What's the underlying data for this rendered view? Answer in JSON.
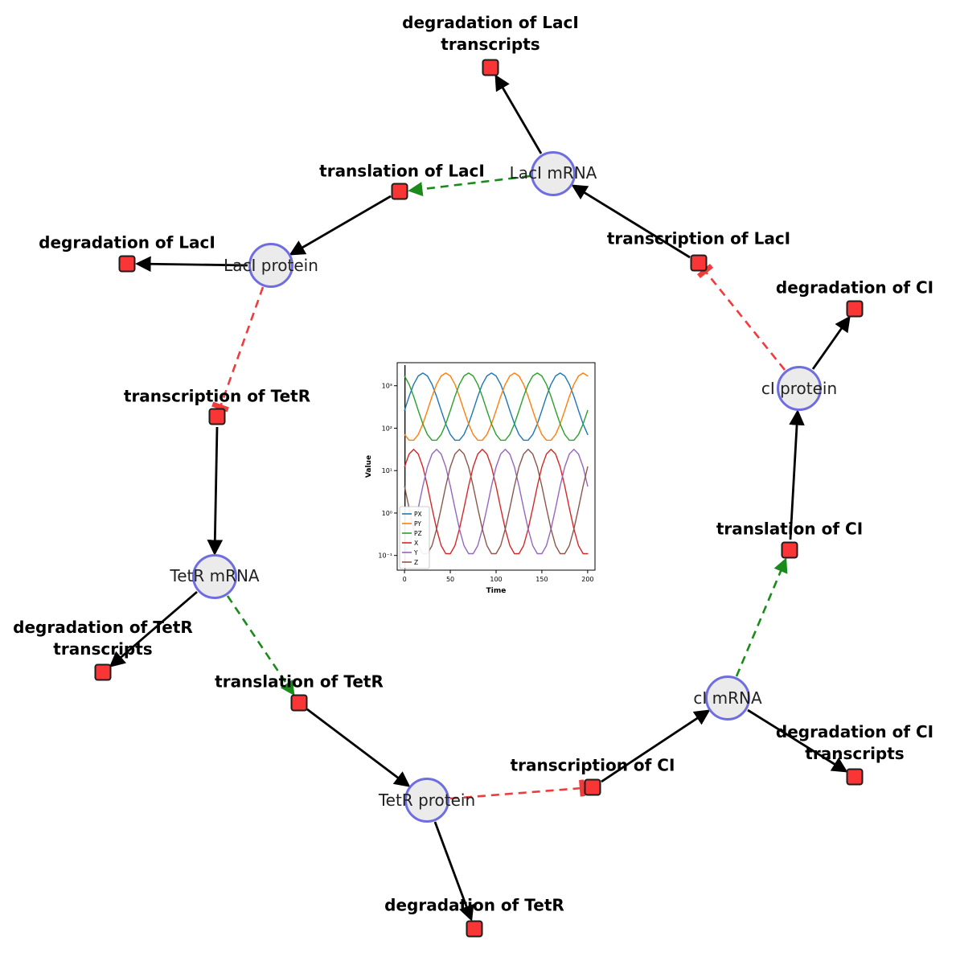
{
  "diagram": {
    "species": [
      {
        "id": "laci-mrna",
        "label": "LacI mRNA"
      },
      {
        "id": "laci-protein",
        "label": "LacI protein"
      },
      {
        "id": "tetr-mrna",
        "label": "TetR mRNA"
      },
      {
        "id": "tetr-protein",
        "label": "TetR protein"
      },
      {
        "id": "ci-mrna",
        "label": "cI mRNA"
      },
      {
        "id": "ci-protein",
        "label": "cI protein"
      }
    ],
    "reactions": [
      {
        "id": "degradation-of-laci-transcripts",
        "line1": "degradation of LacI",
        "line2": "transcripts"
      },
      {
        "id": "translation-of-laci",
        "label": "translation of LacI"
      },
      {
        "id": "transcription-of-laci",
        "label": "transcription of LacI"
      },
      {
        "id": "degradation-of-laci",
        "label": "degradation of LacI"
      },
      {
        "id": "degradation-of-ci",
        "label": "degradation of CI"
      },
      {
        "id": "transcription-of-tetr",
        "label": "transcription of TetR"
      },
      {
        "id": "translation-of-ci",
        "label": "translation of CI"
      },
      {
        "id": "degradation-of-tetr-transcripts",
        "line1": "degradation of TetR",
        "line2": "transcripts"
      },
      {
        "id": "translation-of-tetr",
        "label": "translation of TetR"
      },
      {
        "id": "degradation-of-ci-transcripts",
        "line1": "degradation of CI",
        "line2": "transcripts"
      },
      {
        "id": "transcription-of-ci",
        "label": "transcription of CI"
      },
      {
        "id": "degradation-of-tetr",
        "label": "degradation of TetR"
      }
    ],
    "colors": {
      "species_fill": "#ebebeb",
      "species_border": "#6e6ee0",
      "reaction_fill": "#f93535",
      "reaction_border": "#1d1d1d",
      "edge": "#000000",
      "modifier_edge": "#1a8a1a",
      "inhibition_edge": "#ef3b3b"
    }
  },
  "chart_data": {
    "type": "line",
    "xlabel": "Time",
    "ylabel": "Value",
    "y_scale": "log",
    "xlim": [
      0,
      200
    ],
    "ylim": [
      0.045,
      3500
    ],
    "x_ticks": [
      0,
      50,
      100,
      150,
      200
    ],
    "y_ticks": [
      0.1,
      1,
      10,
      100,
      1000
    ],
    "y_tick_labels": [
      "10⁻¹",
      "10⁰",
      "10¹",
      "10²",
      "10³"
    ],
    "legend_position": "lower left",
    "annotations": [
      {
        "type": "vline",
        "x": 0.5,
        "color": "#000000"
      }
    ],
    "x": [
      0,
      5,
      10,
      15,
      20,
      25,
      30,
      35,
      40,
      45,
      50,
      55,
      60,
      65,
      70,
      75,
      80,
      85,
      90,
      95,
      100,
      105,
      110,
      115,
      120,
      125,
      130,
      135,
      140,
      145,
      150,
      155,
      160,
      165,
      170,
      175,
      180,
      185,
      190,
      195,
      200
    ],
    "series": [
      {
        "name": "PX",
        "color": "#1f77b4",
        "values": [
          261,
          559,
          1084,
          1701,
          1995,
          1701,
          1084,
          559,
          261,
          126,
          71,
          52,
          52,
          71,
          126,
          261,
          559,
          1084,
          1701,
          1995,
          1701,
          1084,
          559,
          261,
          126,
          71,
          52,
          52,
          71,
          126,
          261,
          559,
          1084,
          1701,
          1995,
          1701,
          1084,
          559,
          261,
          126,
          71
        ]
      },
      {
        "name": "PY",
        "color": "#ff7f0e",
        "values": [
          71,
          52,
          52,
          71,
          126,
          261,
          559,
          1084,
          1701,
          1995,
          1701,
          1084,
          559,
          261,
          126,
          71,
          52,
          52,
          71,
          126,
          261,
          559,
          1084,
          1701,
          1995,
          1701,
          1084,
          559,
          261,
          126,
          71,
          52,
          52,
          71,
          126,
          261,
          559,
          1084,
          1701,
          1995,
          1701
        ]
      },
      {
        "name": "PZ",
        "color": "#2ca02c",
        "values": [
          1701,
          1084,
          559,
          261,
          126,
          71,
          52,
          52,
          71,
          126,
          261,
          559,
          1084,
          1701,
          1995,
          1701,
          1084,
          559,
          261,
          126,
          71,
          52,
          52,
          71,
          126,
          261,
          559,
          1084,
          1701,
          1995,
          1701,
          1084,
          559,
          261,
          126,
          71,
          52,
          52,
          71,
          126,
          261
        ]
      },
      {
        "name": "X",
        "color": "#d62728",
        "values": [
          12.2,
          24.6,
          31.6,
          24.6,
          12.2,
          4.3,
          1.3,
          0.42,
          0.17,
          0.11,
          0.11,
          0.17,
          0.42,
          1.3,
          4.3,
          12.2,
          24.6,
          31.6,
          24.6,
          12.2,
          4.3,
          1.3,
          0.42,
          0.17,
          0.11,
          0.11,
          0.17,
          0.42,
          1.3,
          4.3,
          12.2,
          24.6,
          31.6,
          24.6,
          12.2,
          4.3,
          1.3,
          0.42,
          0.17,
          0.11,
          0.11
        ]
      },
      {
        "name": "Y",
        "color": "#9467bd",
        "values": [
          0.11,
          0.17,
          0.42,
          1.3,
          4.3,
          12.2,
          24.6,
          31.6,
          24.6,
          12.2,
          4.3,
          1.3,
          0.42,
          0.17,
          0.11,
          0.11,
          0.17,
          0.42,
          1.3,
          4.3,
          12.2,
          24.6,
          31.6,
          24.6,
          12.2,
          4.3,
          1.3,
          0.42,
          0.17,
          0.11,
          0.11,
          0.17,
          0.42,
          1.3,
          4.3,
          12.2,
          24.6,
          31.6,
          24.6,
          12.2,
          4.3
        ]
      },
      {
        "name": "Z",
        "color": "#8c564b",
        "values": [
          4.3,
          1.3,
          0.42,
          0.17,
          0.11,
          0.11,
          0.17,
          0.42,
          1.3,
          4.3,
          12.2,
          24.6,
          31.6,
          24.6,
          12.2,
          4.3,
          1.3,
          0.42,
          0.17,
          0.11,
          0.11,
          0.17,
          0.42,
          1.3,
          4.3,
          12.2,
          24.6,
          31.6,
          24.6,
          12.2,
          4.3,
          1.3,
          0.42,
          0.17,
          0.11,
          0.11,
          0.17,
          0.42,
          1.3,
          4.3,
          12.2
        ]
      }
    ]
  }
}
